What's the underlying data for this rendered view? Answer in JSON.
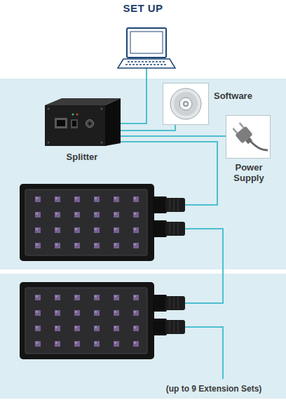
{
  "diagram": {
    "title": "SET UP",
    "nodes": [
      {
        "text": [
          "Software"
        ]
      },
      {
        "text": [
          "Splitter"
        ]
      },
      {
        "text": [
          "Power Supply"
        ]
      }
    ],
    "edges": [
      {
        "from": 1,
        "to": 0,
        "arrow": "none"
      },
      {
        "from": 1,
        "to": 2,
        "arrow": "none"
      }
    ],
    "labels": [
      "(up to 9 Extension Sets)"
    ]
  }
}
